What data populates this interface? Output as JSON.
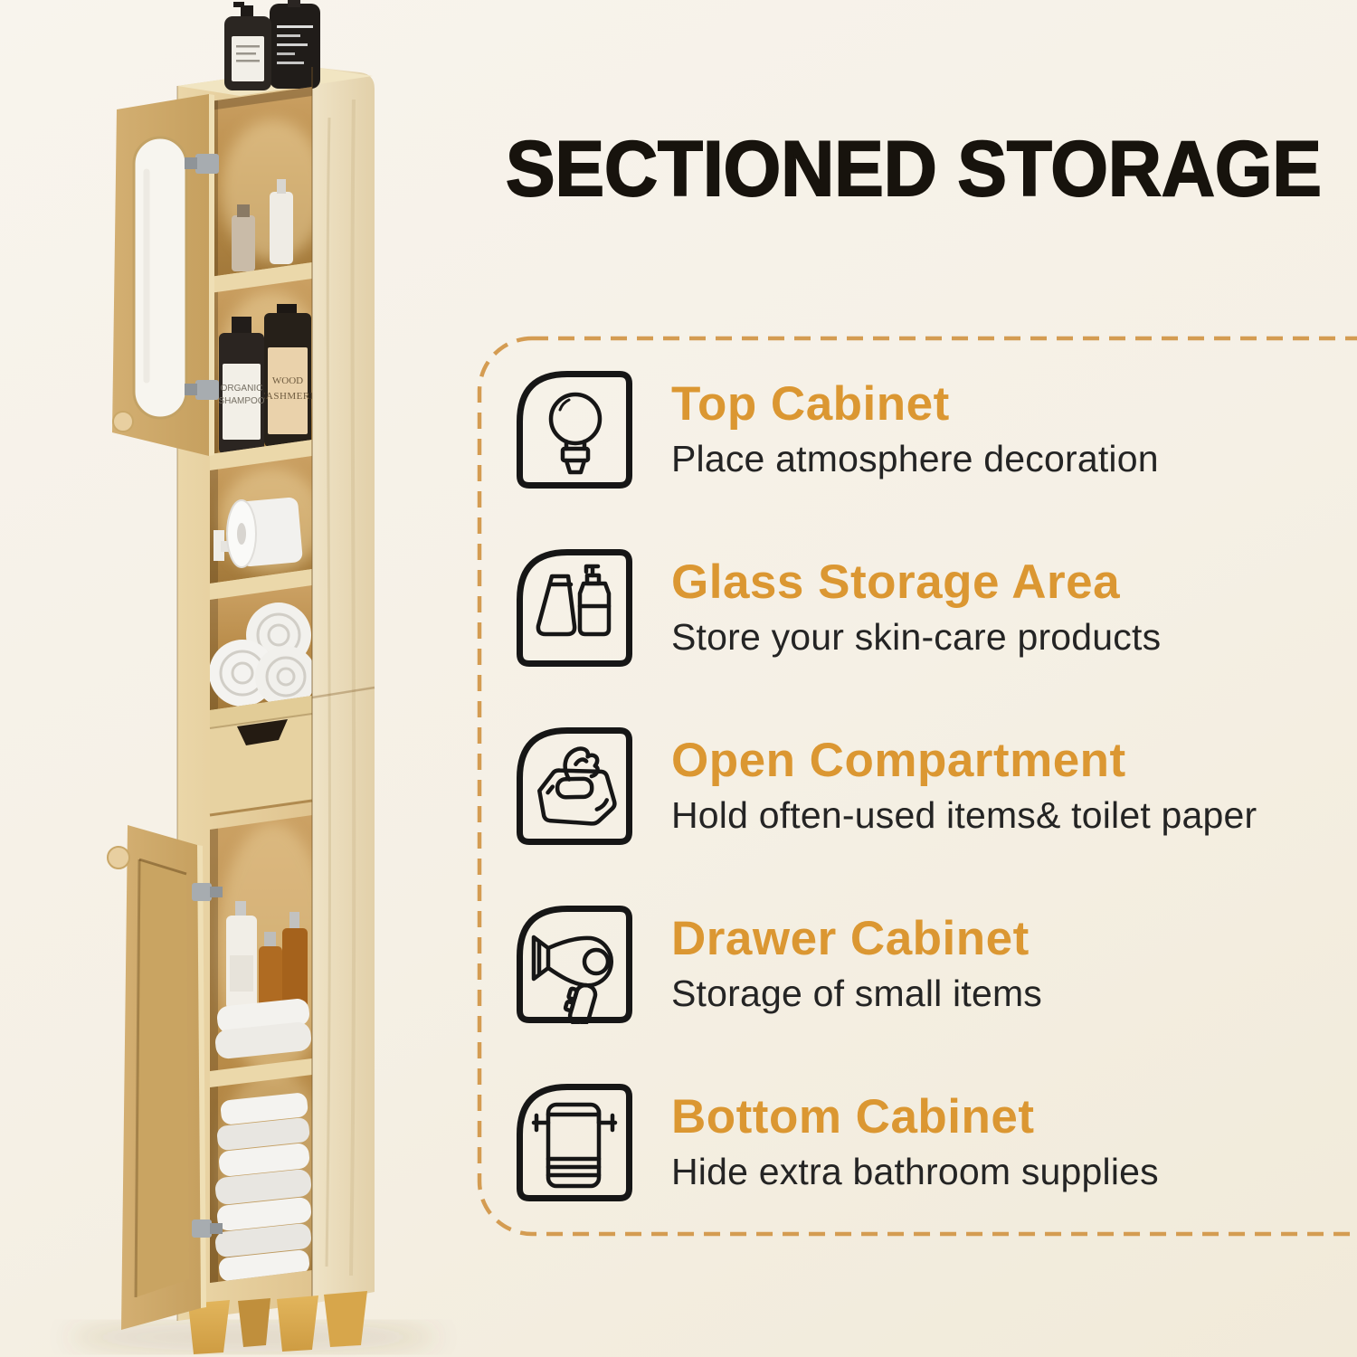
{
  "page": {
    "headline": "SECTIONED STORAGE",
    "colors": {
      "background": "#F5F0E6",
      "accent_orange": "#DB9732",
      "dashed_border": "#D49C52",
      "headline_text": "#17130D",
      "description_text": "#242424",
      "icon_stroke": "#161616",
      "wood_light": "#EAD6A8"
    }
  },
  "features": [
    {
      "icon": "lightbulb-icon",
      "title": "Top Cabinet",
      "description": "Place atmosphere decoration"
    },
    {
      "icon": "skincare-bottles-icon",
      "title": "Glass Storage Area",
      "description": "Store your skin-care products"
    },
    {
      "icon": "wet-wipes-icon",
      "title": "Open Compartment",
      "description": "Hold often-used items& toilet paper"
    },
    {
      "icon": "hair-dryer-icon",
      "title": "Drawer Cabinet",
      "description": "Storage of small items"
    },
    {
      "icon": "towel-rail-icon",
      "title": "Bottom Cabinet",
      "description": "Hide extra bathroom supplies"
    }
  ],
  "photo": {
    "shampoo_label": {
      "line1": "ORGANIC",
      "line2": "SHAMPOO"
    },
    "cashmere_label": {
      "line1": "WOOD",
      "line2": "CASHMERE"
    }
  }
}
